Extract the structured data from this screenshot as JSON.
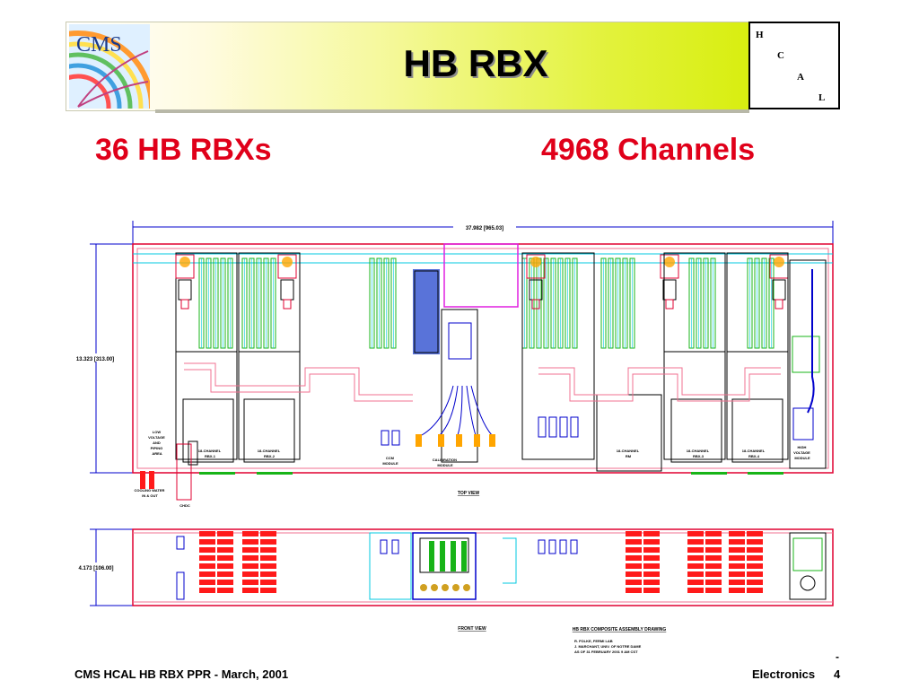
{
  "header": {
    "title": "HB RBX",
    "logo_text": "CMS",
    "corner_letters": [
      "H",
      "C",
      "A",
      "L"
    ]
  },
  "subtitle": {
    "left": "36 HB RBXs",
    "right": "4968 Channels"
  },
  "drawing": {
    "top_view": {
      "dimension_width": "37.982 [965.03]",
      "dimension_height": "13.323 [313.00]",
      "labels": {
        "low_voltage_pipes": [
          "LOW",
          "VOLTAGE",
          "AND",
          "PIPING",
          "AREA"
        ],
        "rbx1": [
          "18-CHANNEL",
          "RBX-1"
        ],
        "rbx2": [
          "18-CHANNEL",
          "RBX-2"
        ],
        "ccm": [
          "CCM",
          "MODULE"
        ],
        "calibration": [
          "CALIBRATION",
          "MODULE"
        ],
        "rm_center": [
          "18-CHANNEL",
          "RM"
        ],
        "rbx3": [
          "18-CHANNEL",
          "RBX-3"
        ],
        "rbx4": [
          "18-CHANNEL",
          "RBX-4"
        ],
        "hv": [
          "HIGH",
          "VOLTAGE",
          "MODULE"
        ],
        "cooling": [
          "COOLING WATER",
          "IN & OUT"
        ],
        "chdc": "CHDC",
        "caption": "TOP VIEW"
      }
    },
    "front_view": {
      "dimension_height": "4.173 [106.00]",
      "caption": "FRONT VIEW"
    },
    "title_block": {
      "title": "HB RBX COMPOSITE ASSEMBLY DRAWING",
      "lines": [
        "R. FOLKE, FERMI LAB",
        "J. MARCHANT, UNIV. OF NOTRE DAME",
        "AS OF 31 FEBRUARY 2001 9 AM CST"
      ]
    },
    "colors": {
      "outline": "#e00030",
      "dimension": "#0000cc",
      "cyan": "#00c8e0",
      "green": "#18b418",
      "pink": "#f07090",
      "magenta": "#e020e0",
      "red_fill": "#ff1a1a"
    }
  },
  "footer": {
    "left": "CMS HCAL HB RBX PPR - March, 2001",
    "right_label": "Electronics",
    "page_number": "4",
    "dash": "-"
  }
}
